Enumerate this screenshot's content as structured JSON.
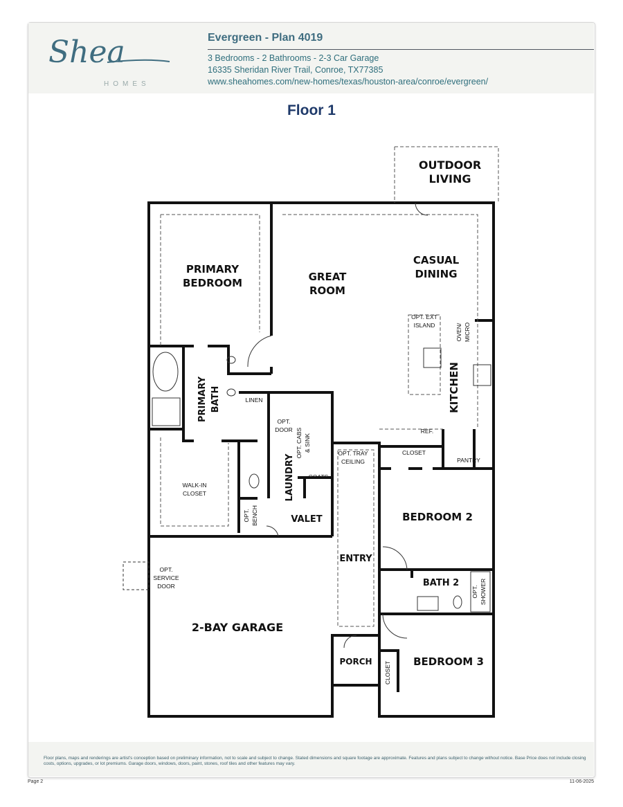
{
  "header": {
    "logo_text": "Shea",
    "logo_subtext": "HOMES",
    "title": "Evergreen - Plan 4019",
    "specs": "3 Bedrooms - 2 Bathrooms - 2-3 Car Garage",
    "address": "16335 Sheridan River Trail, Conroe, TX77385",
    "url": "www.sheahomes.com/new-homes/texas/houston-area/conroe/evergreen/",
    "brand_color": "#3f6d80"
  },
  "floor_title": "Floor 1",
  "rooms": {
    "outdoor_living": [
      "OUTDOOR",
      "LIVING"
    ],
    "primary_bedroom": [
      "PRIMARY",
      "BEDROOM"
    ],
    "great_room": [
      "GREAT",
      "ROOM"
    ],
    "casual_dining": [
      "CASUAL",
      "DINING"
    ],
    "kitchen": "KITCHEN",
    "primary_bath": [
      "PRIMARY",
      "BATH"
    ],
    "laundry": "LAUNDRY",
    "valet": "VALET",
    "bedroom2": "BEDROOM 2",
    "entry": "ENTRY",
    "bath2": "BATH 2",
    "garage": "2-BAY GARAGE",
    "porch": "PORCH",
    "bedroom3": "BEDROOM 3"
  },
  "notes": {
    "opt_ext_island": [
      "OPT. EXT",
      "ISLAND"
    ],
    "oven_micro": [
      "OVEN/",
      "MICRO"
    ],
    "linen": "LINEN",
    "opt_door": [
      "OPT.",
      "DOOR"
    ],
    "opt_cabs_sink": [
      "OPT. CABS",
      "& SINK"
    ],
    "ref": "REF.",
    "opt_tray_ceiling": [
      "OPT. TRAY",
      "CEILING"
    ],
    "closet_kitchen": "CLOSET",
    "pantry": "PANTRY",
    "coats": "COATS",
    "walk_in_closet": [
      "WALK-IN",
      "CLOSET"
    ],
    "opt_bench": [
      "OPT.",
      "BENCH"
    ],
    "opt_service_door": [
      "OPT.",
      "SERVICE",
      "DOOR"
    ],
    "opt_shower": [
      "OPT.",
      "SHOWER"
    ],
    "closet_bed3": "CLOSET"
  },
  "footer": {
    "disclaimer": "Floor plans, maps and renderings are artist's conception based on preliminary information, not to scale and subject to change. Stated dimensions and square footage are approximate. Features and plans subject to change without notice. Base Price does not include closing costs, options, upgrades, or lot premiums. Garage doors, windows, doors, paint, stones, roof tiles and other features may vary.",
    "page": "Page 2",
    "date": "11-06-2025"
  }
}
